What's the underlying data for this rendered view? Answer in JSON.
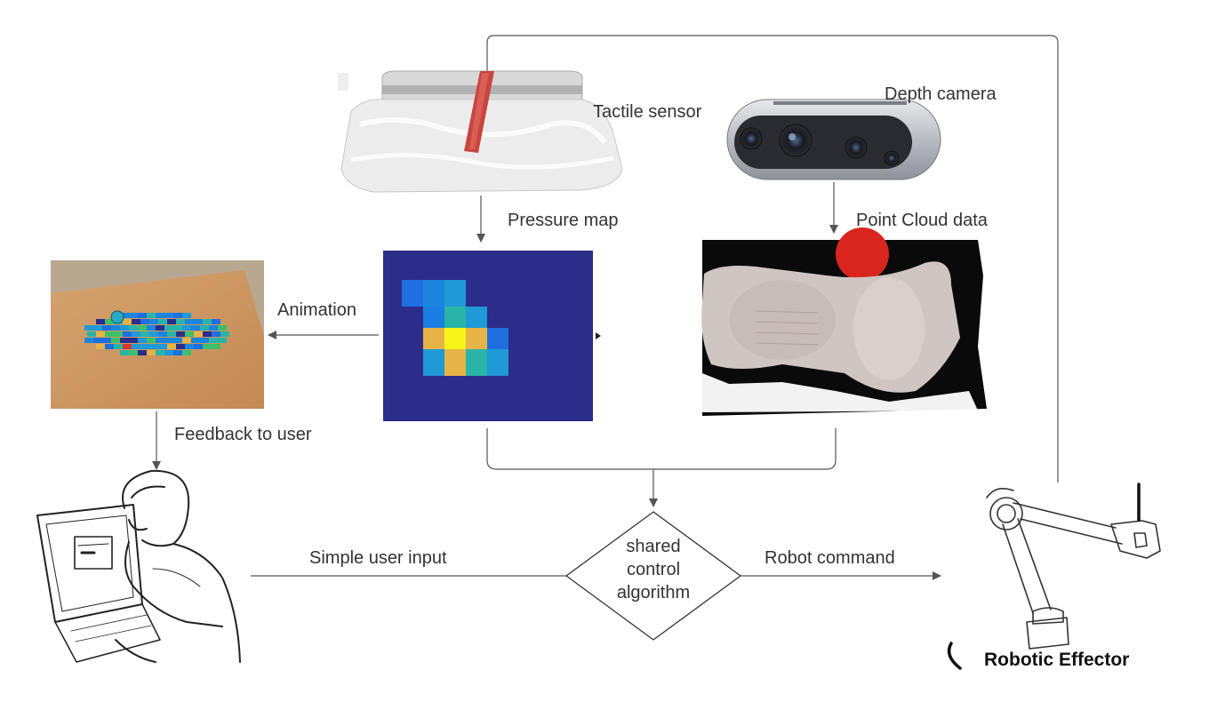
{
  "labels": {
    "tactile_sensor": "Tactile sensor",
    "depth_camera": "Depth camera",
    "pressure_map": "Pressure map",
    "point_cloud": "Point Cloud data",
    "animation": "Animation",
    "feedback": "Feedback to user",
    "simple_input": "Simple user input",
    "robot_command": "Robot command",
    "robotic_effector": "Robotic Effector"
  },
  "decision": {
    "lines": [
      "shared",
      "control",
      "algorithm"
    ]
  },
  "pressure_map_grid": {
    "colormap": "parula",
    "background": "#2c2c8a",
    "cells": [
      {
        "row": 0,
        "col": 0,
        "color": "#1f6fe0"
      },
      {
        "row": 0,
        "col": 1,
        "color": "#1c86dc"
      },
      {
        "row": 0,
        "col": 2,
        "color": "#1f9ad6"
      },
      {
        "row": 1,
        "col": 1,
        "color": "#1a7ee3"
      },
      {
        "row": 1,
        "col": 2,
        "color": "#2ab4a8"
      },
      {
        "row": 1,
        "col": 3,
        "color": "#1f9ad6"
      },
      {
        "row": 2,
        "col": 1,
        "color": "#e6b446"
      },
      {
        "row": 2,
        "col": 2,
        "color": "#f8f41a"
      },
      {
        "row": 2,
        "col": 3,
        "color": "#e6b446"
      },
      {
        "row": 2,
        "col": 4,
        "color": "#1f6fe0"
      },
      {
        "row": 3,
        "col": 1,
        "color": "#1f9ad6"
      },
      {
        "row": 3,
        "col": 2,
        "color": "#e6b446"
      },
      {
        "row": 3,
        "col": 3,
        "color": "#2ab4a8"
      },
      {
        "row": 3,
        "col": 4,
        "color": "#1f9ad6"
      }
    ]
  },
  "colors": {
    "line": "#555555",
    "text": "#333333"
  }
}
